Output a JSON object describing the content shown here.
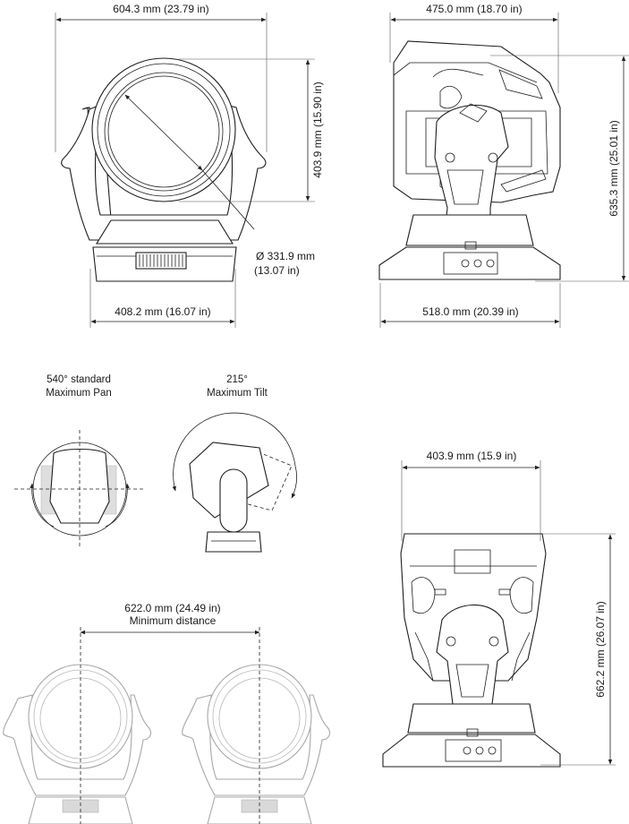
{
  "front_view": {
    "overall_width": "604.3 mm (23.79 in)",
    "head_height": "403.9 mm (15.90 in)",
    "lens_diameter_mm": "Ø 331.9 mm",
    "lens_diameter_in": "(13.07 in)",
    "base_width": "408.2 mm (16.07 in)"
  },
  "side_view": {
    "head_depth": "475.0 mm (18.70 in)",
    "overall_height": "635.3 mm (25.01 in)",
    "base_depth": "518.0 mm (20.39 in)"
  },
  "pan": {
    "degrees": "540° standard",
    "label": "Maximum Pan"
  },
  "tilt": {
    "degrees": "215°",
    "label": "Maximum Tilt"
  },
  "spacing": {
    "distance": "622.0 mm (24.49 in)",
    "label": "Minimum distance"
  },
  "rear_view": {
    "width": "403.9 mm (15.9 in)",
    "height": "662.2 mm (26.07 in)"
  },
  "colors": {
    "line": "#1e1e1e",
    "ghost": "#a8a8a8",
    "grey_fill": "#c9c9c9"
  }
}
